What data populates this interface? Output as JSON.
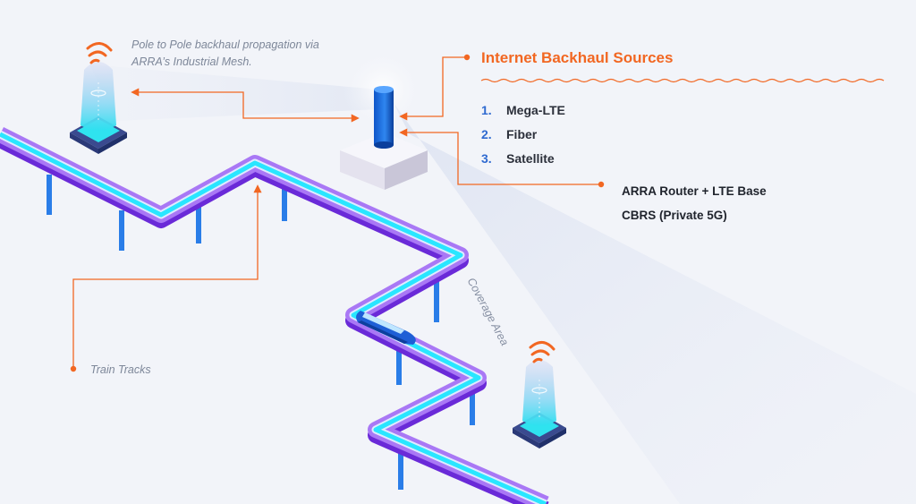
{
  "title": "Internet Backhaul Sources",
  "sources": [
    {
      "num": "1.",
      "label": "Mega-LTE"
    },
    {
      "num": "2.",
      "label": "Fiber"
    },
    {
      "num": "3.",
      "label": "Satellite"
    }
  ],
  "router": {
    "line1": "ARRA Router + LTE Base",
    "line2": "CBRS (Private 5G)"
  },
  "mesh_note": {
    "line1": "Pole to Pole backhaul propagation via",
    "line2": "ARRA’s Industrial Mesh."
  },
  "coverage_label": "Coverage Area",
  "tracks_label": "Train Tracks",
  "colors": {
    "accent": "#f26722",
    "number_blue": "#2f6ad0",
    "track_purple": "#8b3cf0",
    "track_cyan": "#29e6ff",
    "pole_blue": "#1f7ae6"
  },
  "icons": [
    "wifi-signal-icon",
    "mesh-node-icon",
    "router-tower-icon",
    "train-icon"
  ]
}
